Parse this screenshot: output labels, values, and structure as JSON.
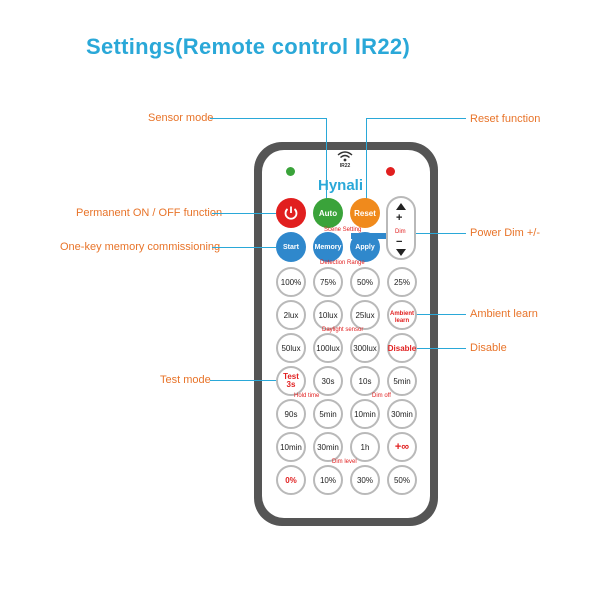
{
  "title": "Settings(Remote control IR22)",
  "remote": {
    "ir_label": "IR22",
    "brand": "Hynali",
    "colors": {
      "body": "#555555",
      "accent": "#2aa8d8",
      "label": "#e8742a",
      "red": "#e11f1f",
      "green": "#3aa33a",
      "orange": "#f08a1c",
      "blue": "#2f88cc"
    }
  },
  "callouts": {
    "sensor_mode": "Sensor mode",
    "reset_function": "Reset function",
    "permanent": "Permanent ON / OFF function",
    "one_key": "One-key memory commissioning",
    "power_dim": "Power Dim +/-",
    "ambient_learn": "Ambient learn",
    "disable": "Disable",
    "test_mode": "Test mode"
  },
  "buttons": {
    "auto": "Auto",
    "reset": "Reset",
    "start": "Start",
    "memory": "Memory",
    "apply": "Apply",
    "dim_plus": "+",
    "dim_label": "Dim",
    "dim_minus": "−",
    "r1": [
      "100%",
      "75%",
      "50%",
      "25%"
    ],
    "r2": [
      "2lux",
      "10lux",
      "25lux"
    ],
    "ambient_line1": "Ambient",
    "ambient_line2": "learn",
    "r3": [
      "50lux",
      "100lux",
      "300lux",
      "Disable"
    ],
    "test_line1": "Test",
    "test_line2": "3s",
    "r4": [
      "30s",
      "10s",
      "5min"
    ],
    "r5": [
      "90s",
      "5min",
      "10min",
      "30min"
    ],
    "r6": [
      "10min",
      "30min",
      "1h",
      "+∞"
    ],
    "r7": [
      "0%",
      "10%",
      "30%",
      "50%"
    ]
  },
  "section_labels": {
    "scene": "Scene Setting",
    "detection": "Detection Range",
    "daylight": "Daylight sensor",
    "hold": "Hold time",
    "dimoff": "Dim off",
    "dimlevel": "Dim level"
  }
}
